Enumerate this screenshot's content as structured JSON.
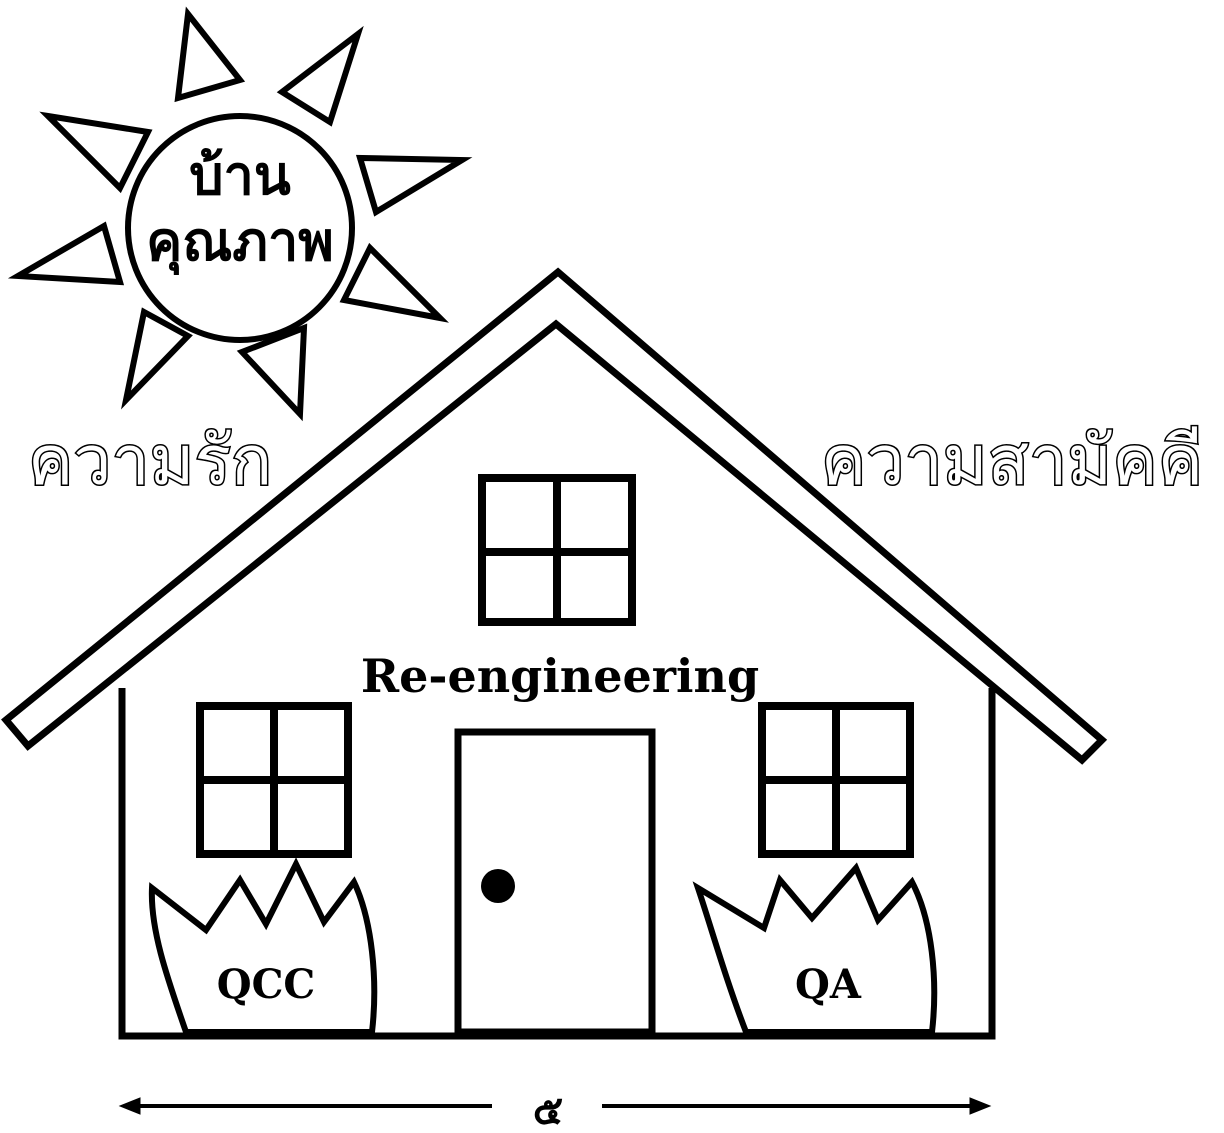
{
  "sun": {
    "line1": "บ้าน",
    "line2": "คุณภาพ"
  },
  "left_word": "ความรัก",
  "right_word": "ความสามัคคี",
  "house_label": "Re-engineering",
  "left_bush_label": "QCC",
  "right_bush_label": "QA",
  "bottom_label": "๕"
}
